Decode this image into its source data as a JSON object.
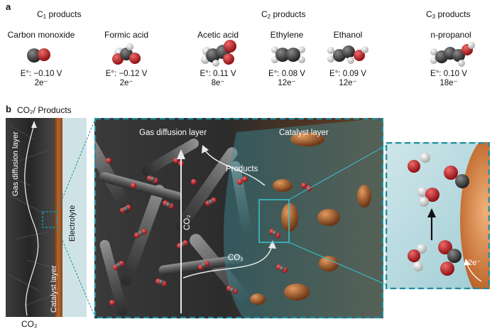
{
  "panel_a": {
    "letter": "a",
    "groups": {
      "c1": {
        "prefix": "C",
        "sub": "1",
        "suffix": "products"
      },
      "c2": {
        "prefix": "C",
        "sub": "2",
        "suffix": "products"
      },
      "c3": {
        "prefix": "C",
        "sub": "3",
        "suffix": "products"
      }
    },
    "products": [
      {
        "name": "Carbon monoxide",
        "e_label": "E°: −0.10 V",
        "electrons": "2e⁻",
        "molecule_icon": "co-molecule-icon"
      },
      {
        "name": "Formic acid",
        "e_label": "E°: −0.12 V",
        "electrons": "2e⁻",
        "molecule_icon": "formic-acid-molecule-icon"
      },
      {
        "name": "Acetic acid",
        "e_label": "E°: 0.11 V",
        "electrons": "8e⁻",
        "molecule_icon": "acetic-acid-molecule-icon"
      },
      {
        "name": "Ethylene",
        "e_label": "E°: 0.08 V",
        "electrons": "12e⁻",
        "molecule_icon": "ethylene-molecule-icon"
      },
      {
        "name": "Ethanol",
        "e_label": "E°: 0.09 V",
        "electrons": "12e⁻",
        "molecule_icon": "ethanol-molecule-icon"
      },
      {
        "name": "n-propanol",
        "e_label": "E°: 0.10 V",
        "electrons": "18e⁻",
        "molecule_icon": "n-propanol-molecule-icon"
      }
    ]
  },
  "panel_b": {
    "letter": "b",
    "top_label": "CO₂/ Products",
    "bottom_label": "CO₂",
    "left_strip": {
      "gdl": "Gas diffusion layer",
      "catalyst": "Catalyst layer",
      "electrolyte": "Electrolyte"
    },
    "middle": {
      "gdl": "Gas diffusion layer",
      "catalyst": "Catalyst layer",
      "products": "Products",
      "co2_vertical": "CO₂",
      "co2_lower": "CO₂"
    },
    "right": {
      "electrons": "2e⁻"
    }
  },
  "colors": {
    "dashed_frame": "#1e8fa0",
    "oxygen": "#c8242c",
    "carbon": "#3a3a3a",
    "hydrogen": "#eeeeee",
    "copper": "#c8723a",
    "electrolyte_bg": "#cfe3e6"
  }
}
